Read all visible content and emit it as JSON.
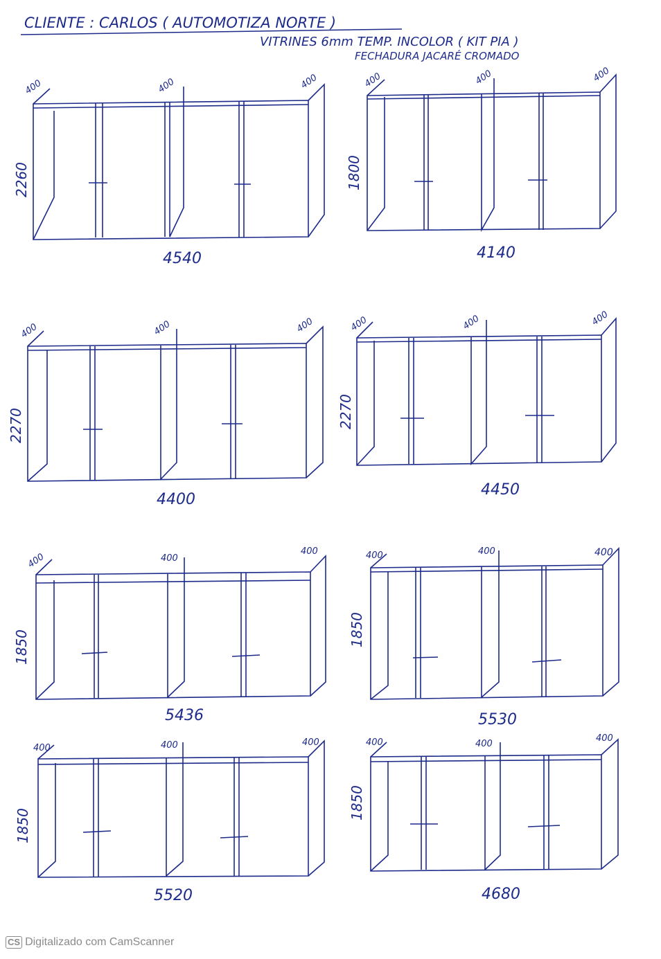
{
  "header": {
    "line1": "CLIENTE : CARLOS ( AUTOMOTIZA NORTE )",
    "line2": "VITRINES 6mm TEMP. INCOLOR ( KIT PIA )",
    "line3": "FECHADURA JACARÉ CROMADO"
  },
  "elevations": [
    {
      "id": "e1",
      "width_label": "4540",
      "height_label": "2260",
      "depth_labels": [
        "400",
        "400",
        "400"
      ]
    },
    {
      "id": "e2",
      "width_label": "4140",
      "height_label": "1800",
      "depth_labels": [
        "400",
        "400",
        "400"
      ]
    },
    {
      "id": "e3",
      "width_label": "4400",
      "height_label": "2270",
      "depth_labels": [
        "400",
        "400",
        "400"
      ]
    },
    {
      "id": "e4",
      "width_label": "4450",
      "height_label": "2270",
      "depth_labels": [
        "400",
        "400",
        "400"
      ]
    },
    {
      "id": "e5",
      "width_label": "5436",
      "height_label": "1850",
      "depth_labels": [
        "400",
        "400",
        "400"
      ]
    },
    {
      "id": "e6",
      "width_label": "5530",
      "height_label": "1850",
      "depth_labels": [
        "400",
        "400",
        "400"
      ]
    },
    {
      "id": "e7",
      "width_label": "5520",
      "height_label": "1850",
      "depth_labels": [
        "400",
        "400",
        "400"
      ]
    },
    {
      "id": "e8",
      "width_label": "4680",
      "height_label": "1850",
      "depth_labels": [
        "400",
        "400",
        "400"
      ]
    }
  ],
  "footer": {
    "badge": "CS",
    "text": "Digitalizado com CamScanner"
  },
  "colors": {
    "ink": "#1c2a8a",
    "footer_gray": "#8a8a8a"
  }
}
